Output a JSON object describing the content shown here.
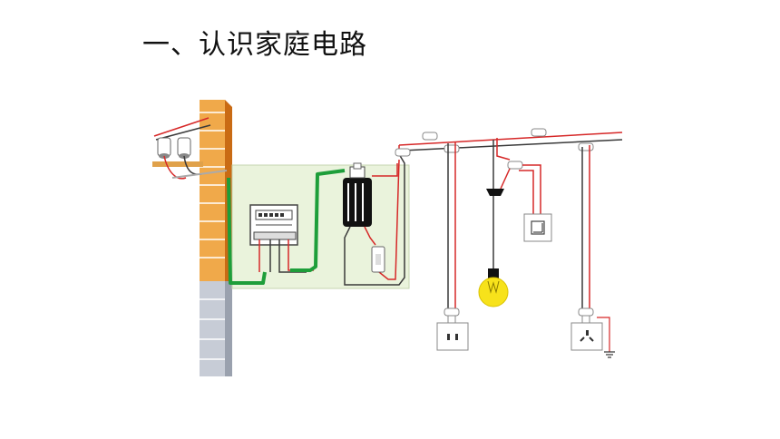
{
  "slide": {
    "title": "一、认识家庭电路"
  },
  "diagram": {
    "components": [
      "wall",
      "service-drop-insulators",
      "distribution-board",
      "electric-meter",
      "main-switch",
      "fuse",
      "light-bulb",
      "wall-switch",
      "two-pin-socket",
      "three-pin-socket",
      "ground-symbol"
    ],
    "colors": {
      "live_wire": "#d62828",
      "neutral_wire": "#3a3a3a",
      "meter_to_panel_wire": "#1e9e3a",
      "board_background": "#eaf3dc",
      "brick": "#f0a94a",
      "brick_shadow": "#c96b14",
      "stone": "#c7ccd6",
      "bulb": "#f7e21b"
    }
  }
}
